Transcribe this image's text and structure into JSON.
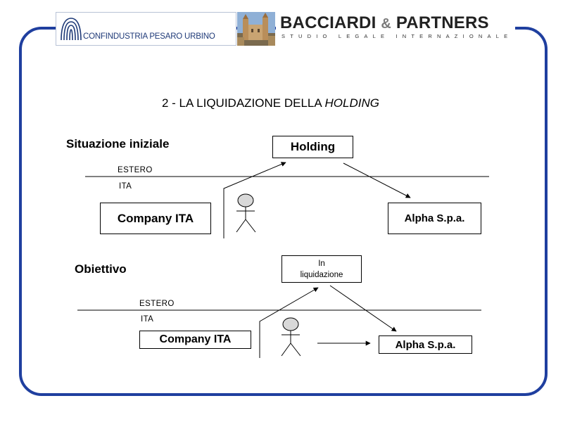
{
  "header": {
    "left_logo_text": "CONFINDUSTRIA PESARO URBINO",
    "right_logo_brand_1": "BACCIARDI",
    "right_logo_amp": "&",
    "right_logo_brand_2": "PARTNERS",
    "right_logo_subtitle": "STUDIO LEGALE INTERNAZIONALE",
    "brand_color": "#1f3f9f"
  },
  "slide": {
    "title_prefix": "2 - LA LIQUIDAZIONE DELLA ",
    "title_emphasis": "HOLDING"
  },
  "section1": {
    "label": "Situazione iniziale",
    "holding": "Holding",
    "estero": "ESTERO",
    "ita": "ITA",
    "company": "Company  ITA",
    "alpha": "Alpha S.p.a."
  },
  "section2": {
    "label": "Obiettivo",
    "holding_line1": "In",
    "holding_line2": "liquidazione",
    "estero": "ESTERO",
    "ita": "ITA",
    "company": "Company  ITA",
    "alpha": "Alpha S.p.a."
  }
}
